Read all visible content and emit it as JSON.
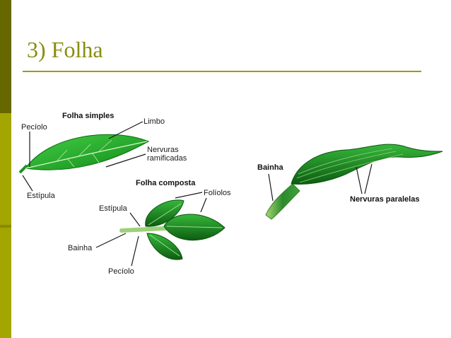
{
  "slide": {
    "title": "3) Folha"
  },
  "left_figure": {
    "simple_heading": "Folha simples",
    "compound_heading": "Folha composta",
    "labels": {
      "limbo": "Limbo",
      "peciolo_1": "Pecíolo",
      "nervuras_ramificadas_1": "Nervuras",
      "nervuras_ramificadas_2": "ramificadas",
      "estipula_1": "Estípula",
      "foliolos": "Folíolos",
      "estipula_2": "Estípula",
      "bainha": "Bainha",
      "peciolo_2": "Pecíolo"
    }
  },
  "right_figure": {
    "labels": {
      "bainha": "Bainha",
      "nervuras_paralelas": "Nervuras paralelas"
    }
  },
  "colors": {
    "sidebar_dark": "#676700",
    "sidebar_light": "#a3a500",
    "title": "#8a8d10",
    "leaf_green": "#2fb52f",
    "leaf_dark": "#0f6b14"
  }
}
